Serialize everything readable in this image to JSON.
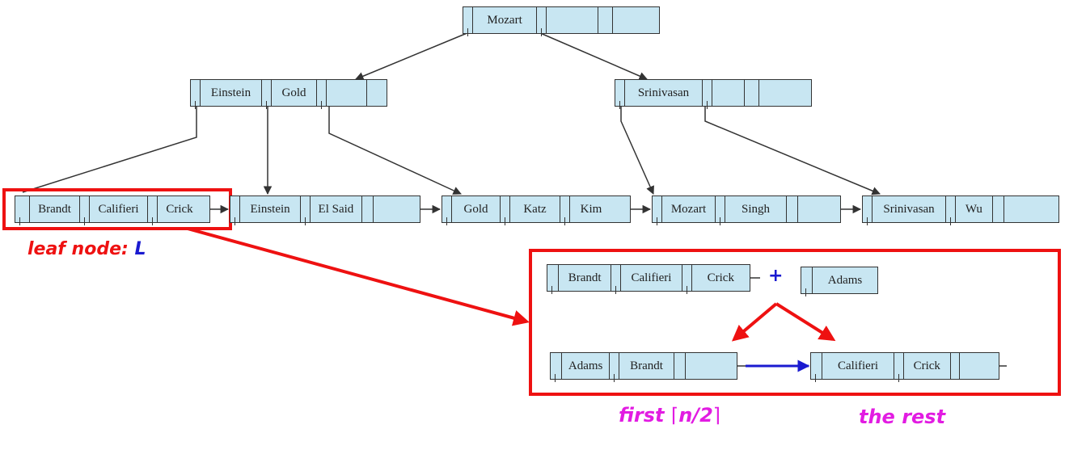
{
  "tree": {
    "root": {
      "keys": [
        "Mozart"
      ]
    },
    "internal_left": {
      "keys": [
        "Einstein",
        "Gold"
      ]
    },
    "internal_right": {
      "keys": [
        "Srinivasan"
      ]
    },
    "leaves": [
      {
        "keys": [
          "Brandt",
          "Califieri",
          "Crick"
        ]
      },
      {
        "keys": [
          "Einstein",
          "El Said"
        ]
      },
      {
        "keys": [
          "Gold",
          "Katz",
          "Kim"
        ]
      },
      {
        "keys": [
          "Mozart",
          "Singh"
        ]
      },
      {
        "keys": [
          "Srinivasan",
          "Wu"
        ]
      }
    ]
  },
  "annotation": {
    "leaf_label_prefix": "leaf node: ",
    "leaf_label_var": "L"
  },
  "split": {
    "plus": "+",
    "original": {
      "keys": [
        "Brandt",
        "Califieri",
        "Crick"
      ]
    },
    "new_key": {
      "keys": [
        "Adams"
      ]
    },
    "result_left": {
      "keys": [
        "Adams",
        "Brandt"
      ]
    },
    "result_right": {
      "keys": [
        "Califieri",
        "Crick"
      ]
    },
    "caption_left_word": "first",
    "caption_left_expr": "n/2",
    "caption_right": "the rest"
  },
  "colors": {
    "node_fill": "#c8e6f2",
    "highlight": "#ee1111",
    "link": "#1a1ad0",
    "caption": "#e21ce2"
  }
}
